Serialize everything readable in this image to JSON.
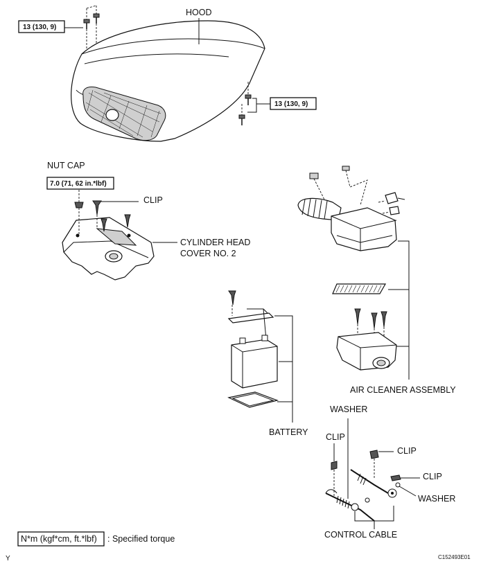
{
  "labels": {
    "hood": "HOOD",
    "nut_cap": "NUT CAP",
    "clip_cover": "CLIP",
    "cylinder_head_line1": "CYLINDER HEAD",
    "cylinder_head_line2": "COVER NO. 2",
    "air_cleaner": "AIR CLEANER ASSEMBLY",
    "battery": "BATTERY",
    "washer_top": "WASHER",
    "clip_left": "CLIP",
    "clip_upper": "CLIP",
    "clip_lower": "CLIP",
    "washer_right": "WASHER",
    "control_cable": "CONTROL CABLE"
  },
  "torque": {
    "hood_top": "13 (130, 9)",
    "hood_side": "13 (130, 9)",
    "nut_cap": "7.0 (71, 62 in.*lbf)",
    "legend_box": "N*m (kgf*cm, ft.*lbf)",
    "legend_text": ": Specified torque"
  },
  "corner": {
    "left": "Y",
    "right": "C152493E01"
  }
}
